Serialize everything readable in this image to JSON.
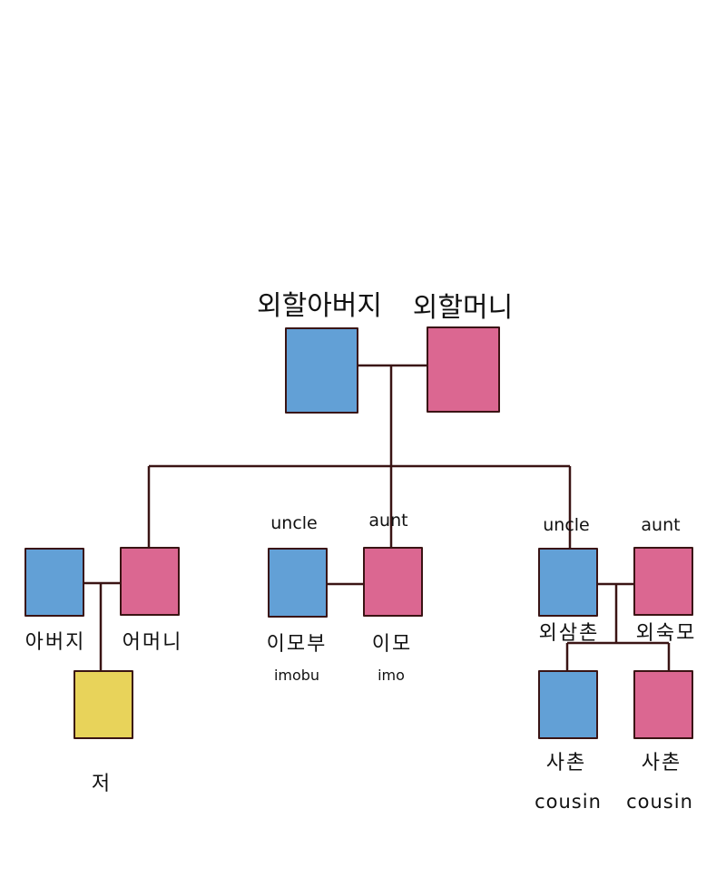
{
  "colors": {
    "male": "#62a0d6",
    "female": "#db6791",
    "self": "#e8d35a",
    "line": "#3a1414"
  },
  "grandparents": {
    "grandfather": {
      "ko": "외할아버지"
    },
    "grandmother": {
      "ko": "외할머니"
    }
  },
  "family_left": {
    "father": {
      "ko": "아버지"
    },
    "mother": {
      "ko": "어머니"
    },
    "me": {
      "ko": "저"
    }
  },
  "family_middle": {
    "imobu": {
      "en_role": "uncle",
      "ko": "이모부",
      "romanized": "imobu"
    },
    "imo": {
      "en_role": "aunt",
      "ko": "이모",
      "romanized": "imo"
    }
  },
  "family_right": {
    "uncle": {
      "en_role": "uncle",
      "ko": "외삼촌"
    },
    "aunt": {
      "en_role": "aunt",
      "ko": "외숙모"
    },
    "cousin1": {
      "ko": "사촌",
      "en": "cousin"
    },
    "cousin2": {
      "ko": "사촌",
      "en": "cousin"
    }
  }
}
